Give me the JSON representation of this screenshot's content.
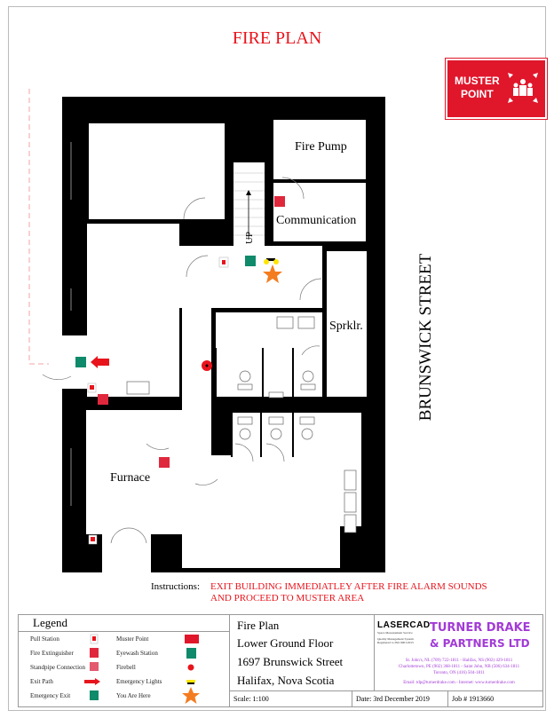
{
  "title": "FIRE PLAN",
  "muster_sign": {
    "line1": "MUSTER",
    "line2": "POINT"
  },
  "rooms": {
    "fire_pump": "Fire Pump",
    "communication": "Communication",
    "sprinkler": "Sprklr.",
    "furnace": "Furnace",
    "stair_label": "UP"
  },
  "street": "BRUNSWICK STREET",
  "instructions": {
    "label": "Instructions:",
    "line1": "EXIT BUILDING IMMEDIATLEY AFTER FIRE ALARM SOUNDS",
    "line2": "AND PROCEED TO MUSTER AREA"
  },
  "legend": {
    "title": "Legend",
    "items": [
      {
        "label": "Pull Station",
        "icon": "pull-station-icon"
      },
      {
        "label": "Fire Extinguisher",
        "icon": "fire-extinguisher-icon"
      },
      {
        "label": "Standpipe Connection",
        "icon": "standpipe-icon"
      },
      {
        "label": "Exit Path",
        "icon": "exit-path-arrow-icon"
      },
      {
        "label": "Emergency Exit",
        "icon": "emergency-exit-icon"
      },
      {
        "label": "Muster Point",
        "icon": "muster-point-icon"
      },
      {
        "label": "Eyewash Station",
        "icon": "eyewash-icon"
      },
      {
        "label": "Firebell",
        "icon": "firebell-icon"
      },
      {
        "label": "Emergency Lights",
        "icon": "emergency-lights-icon"
      },
      {
        "label": "You Are Here",
        "icon": "star-icon"
      }
    ]
  },
  "title_block": {
    "plan": "Fire Plan",
    "floor": "Lower Ground Floor",
    "address": "1697 Brunswick Street",
    "city": "Halifax, Nova Scotia",
    "scale": "Scale: 1:100",
    "date": "Date: 3rd December 2019",
    "job": "Job # 1913660"
  },
  "company": {
    "lasercad": "LASERCAD",
    "lasercad_sub1": "Space Measurement Service",
    "lasercad_sub2": "Quality Management System Registered to ISO 9001:2015",
    "name1": "TURNER DRAKE",
    "name2": "& PARTNERS LTD",
    "offices1": "St. John's, NL (709) 722-1811 - Halifax, NS (902) 429-1811",
    "offices2": "Charlottetown, PE (902) 368-1811 - Saint John, NB (506) 634-1811",
    "offices3": "Toronto, ON (416) 504-1811",
    "contact": "Email: tdp@turnerdrake.com - Internet: www.turnerdrake.com"
  },
  "colors": {
    "red": "#e8141c",
    "exit_green": "#0f8a6a",
    "star": "#f47c20",
    "company_purple": "#a23bd6"
  }
}
